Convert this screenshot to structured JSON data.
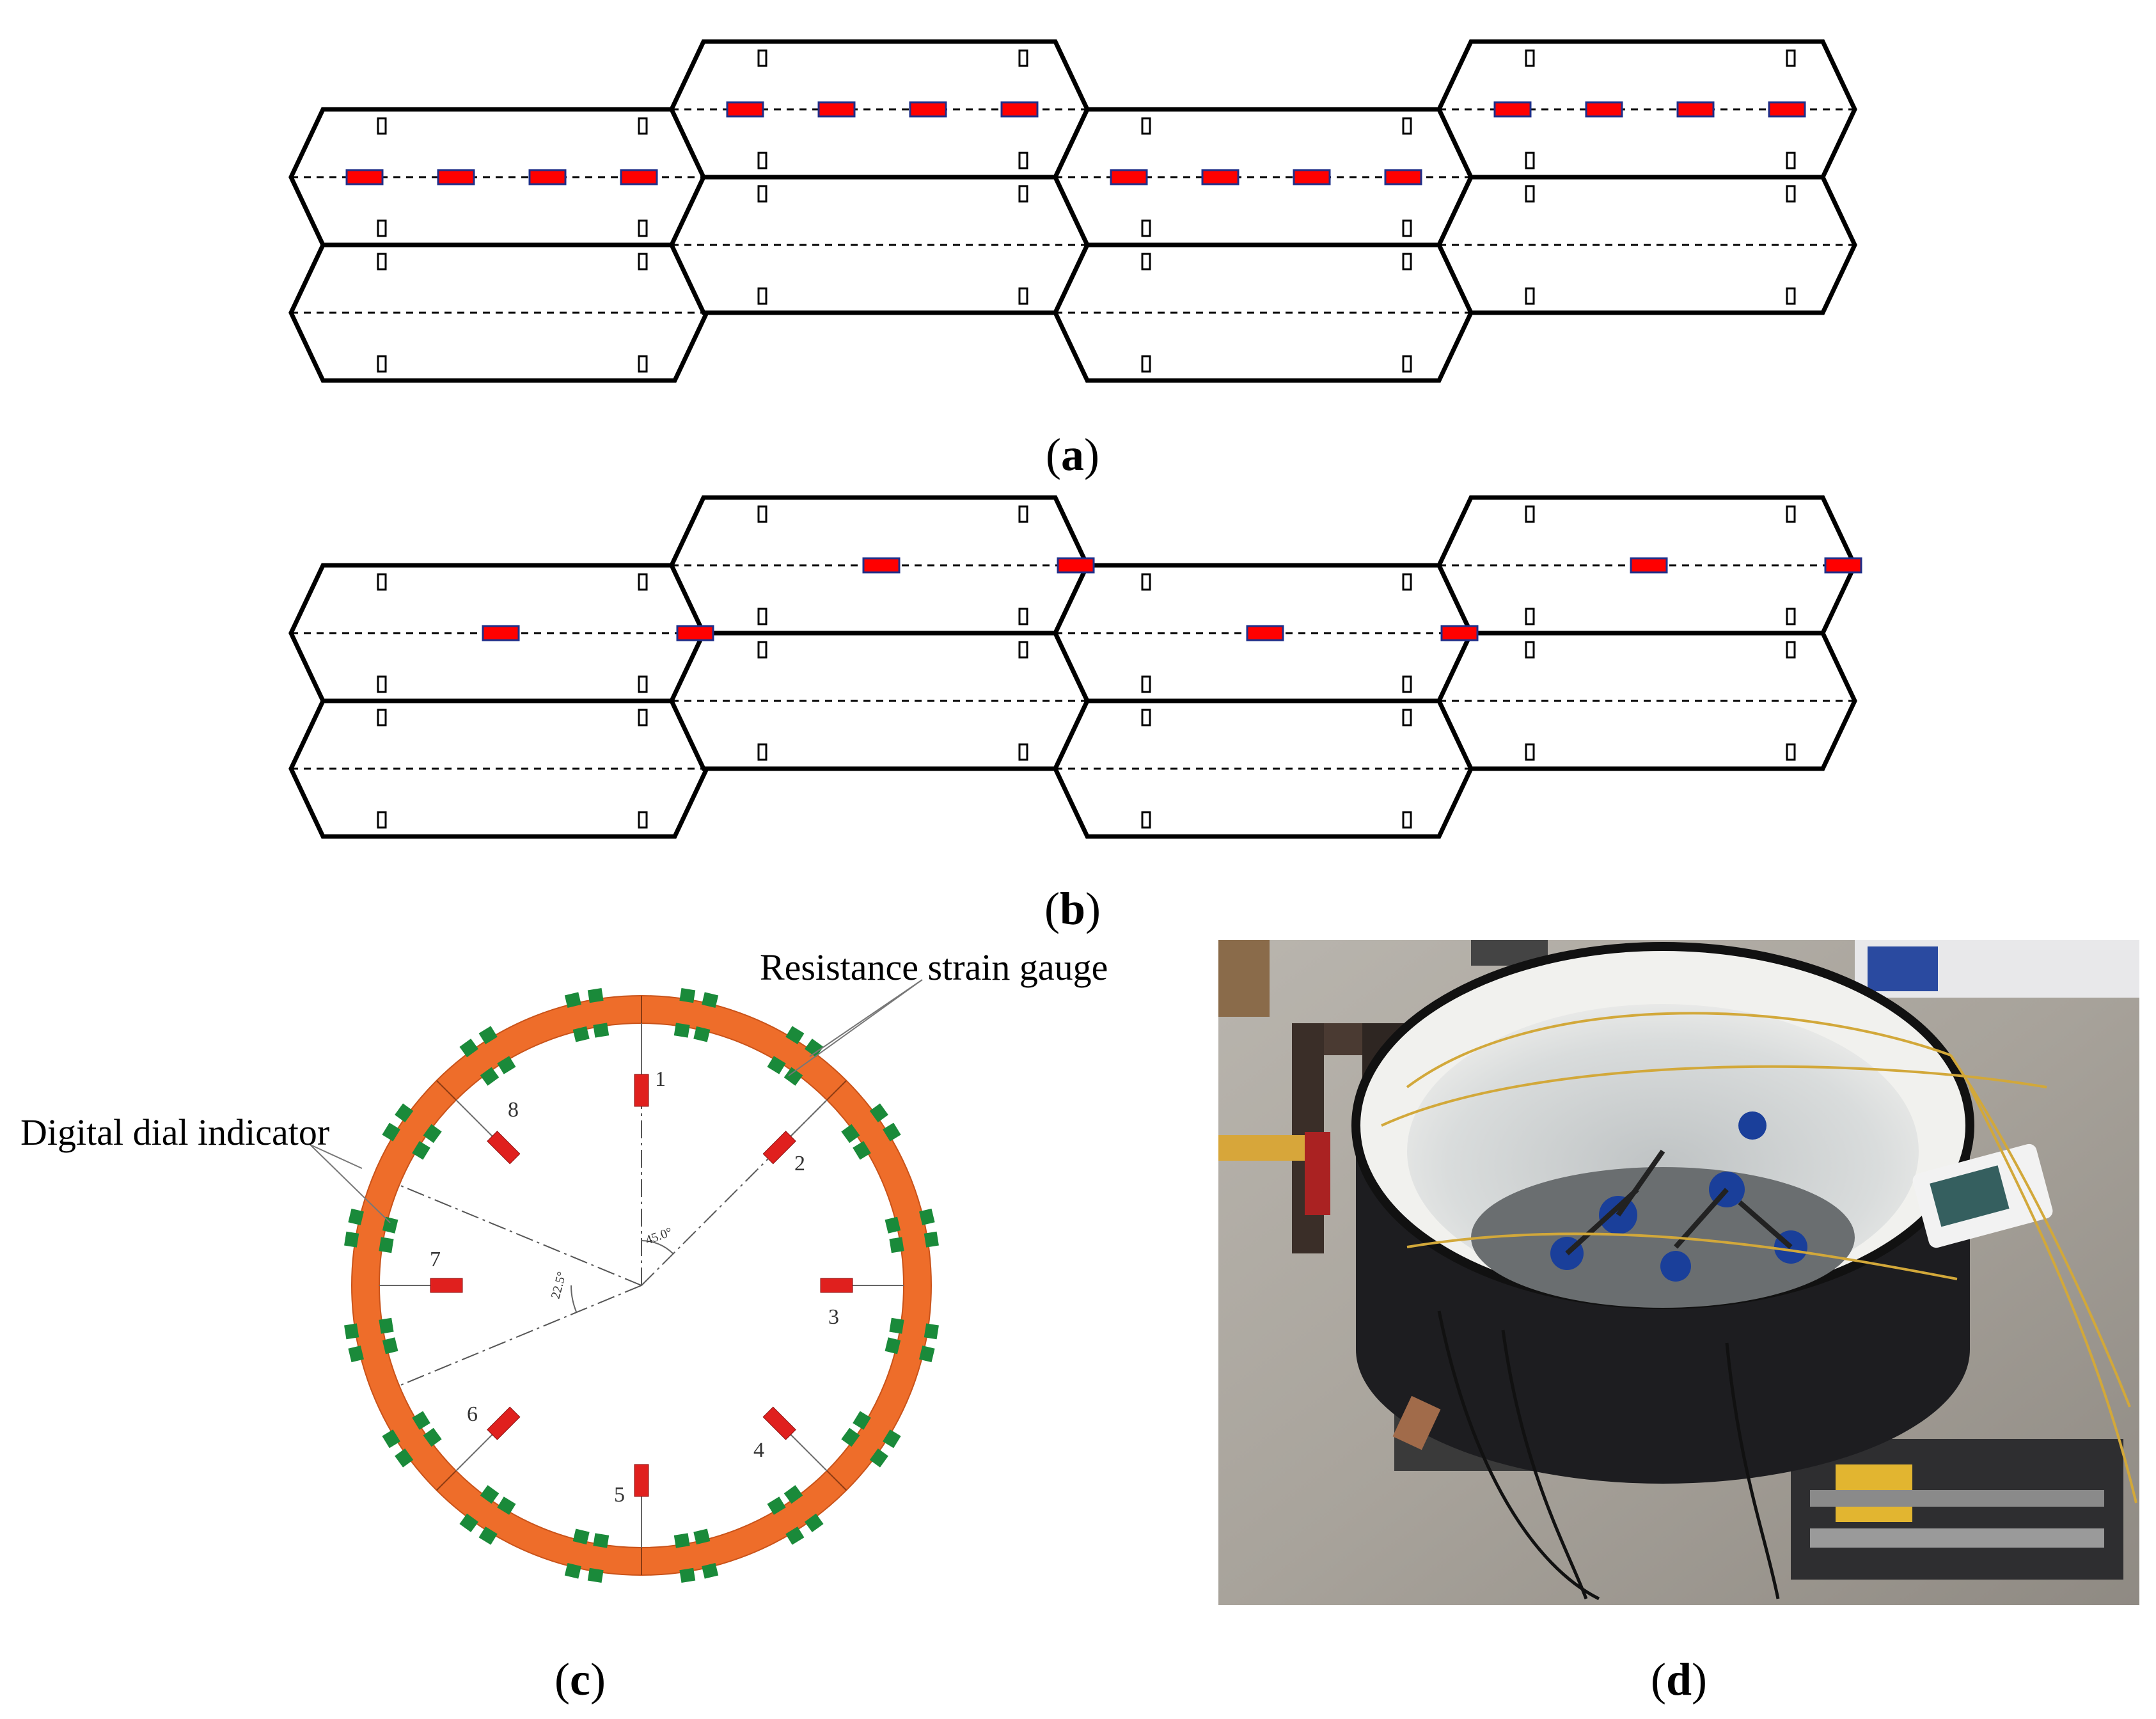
{
  "panels": {
    "a": {
      "caption_open": "(",
      "caption_letter": "a",
      "caption_close": ")",
      "gauge_layout": "four-per-segment-centerline"
    },
    "b": {
      "caption_open": "(",
      "caption_letter": "b",
      "caption_close": ")",
      "gauge_layout": "two-per-segment-right-half"
    },
    "c": {
      "caption_open": "(",
      "caption_letter": "c",
      "caption_close": ")",
      "label_strain_gauge": "Resistance strain gauge",
      "label_dial_indicator": "Digital dial indicator",
      "angle_label_45": "45.0°",
      "angle_label_22": "22.5°",
      "gauge_numbers": [
        "1",
        "2",
        "3",
        "4",
        "5",
        "6",
        "7",
        "8"
      ]
    },
    "d": {
      "caption_open": "(",
      "caption_letter": "d",
      "caption_close": ")"
    }
  },
  "colors": {
    "ring": "#ee6d2a",
    "ring_edge": "#c9531a",
    "strain_gauge": "#e0201e",
    "dial_indicator": "#1a8a3a",
    "gauge_fill": "#ff0000",
    "gauge_edge": "#1f2f8a"
  },
  "photo": {
    "description_icon": "experiment-photo-image"
  }
}
